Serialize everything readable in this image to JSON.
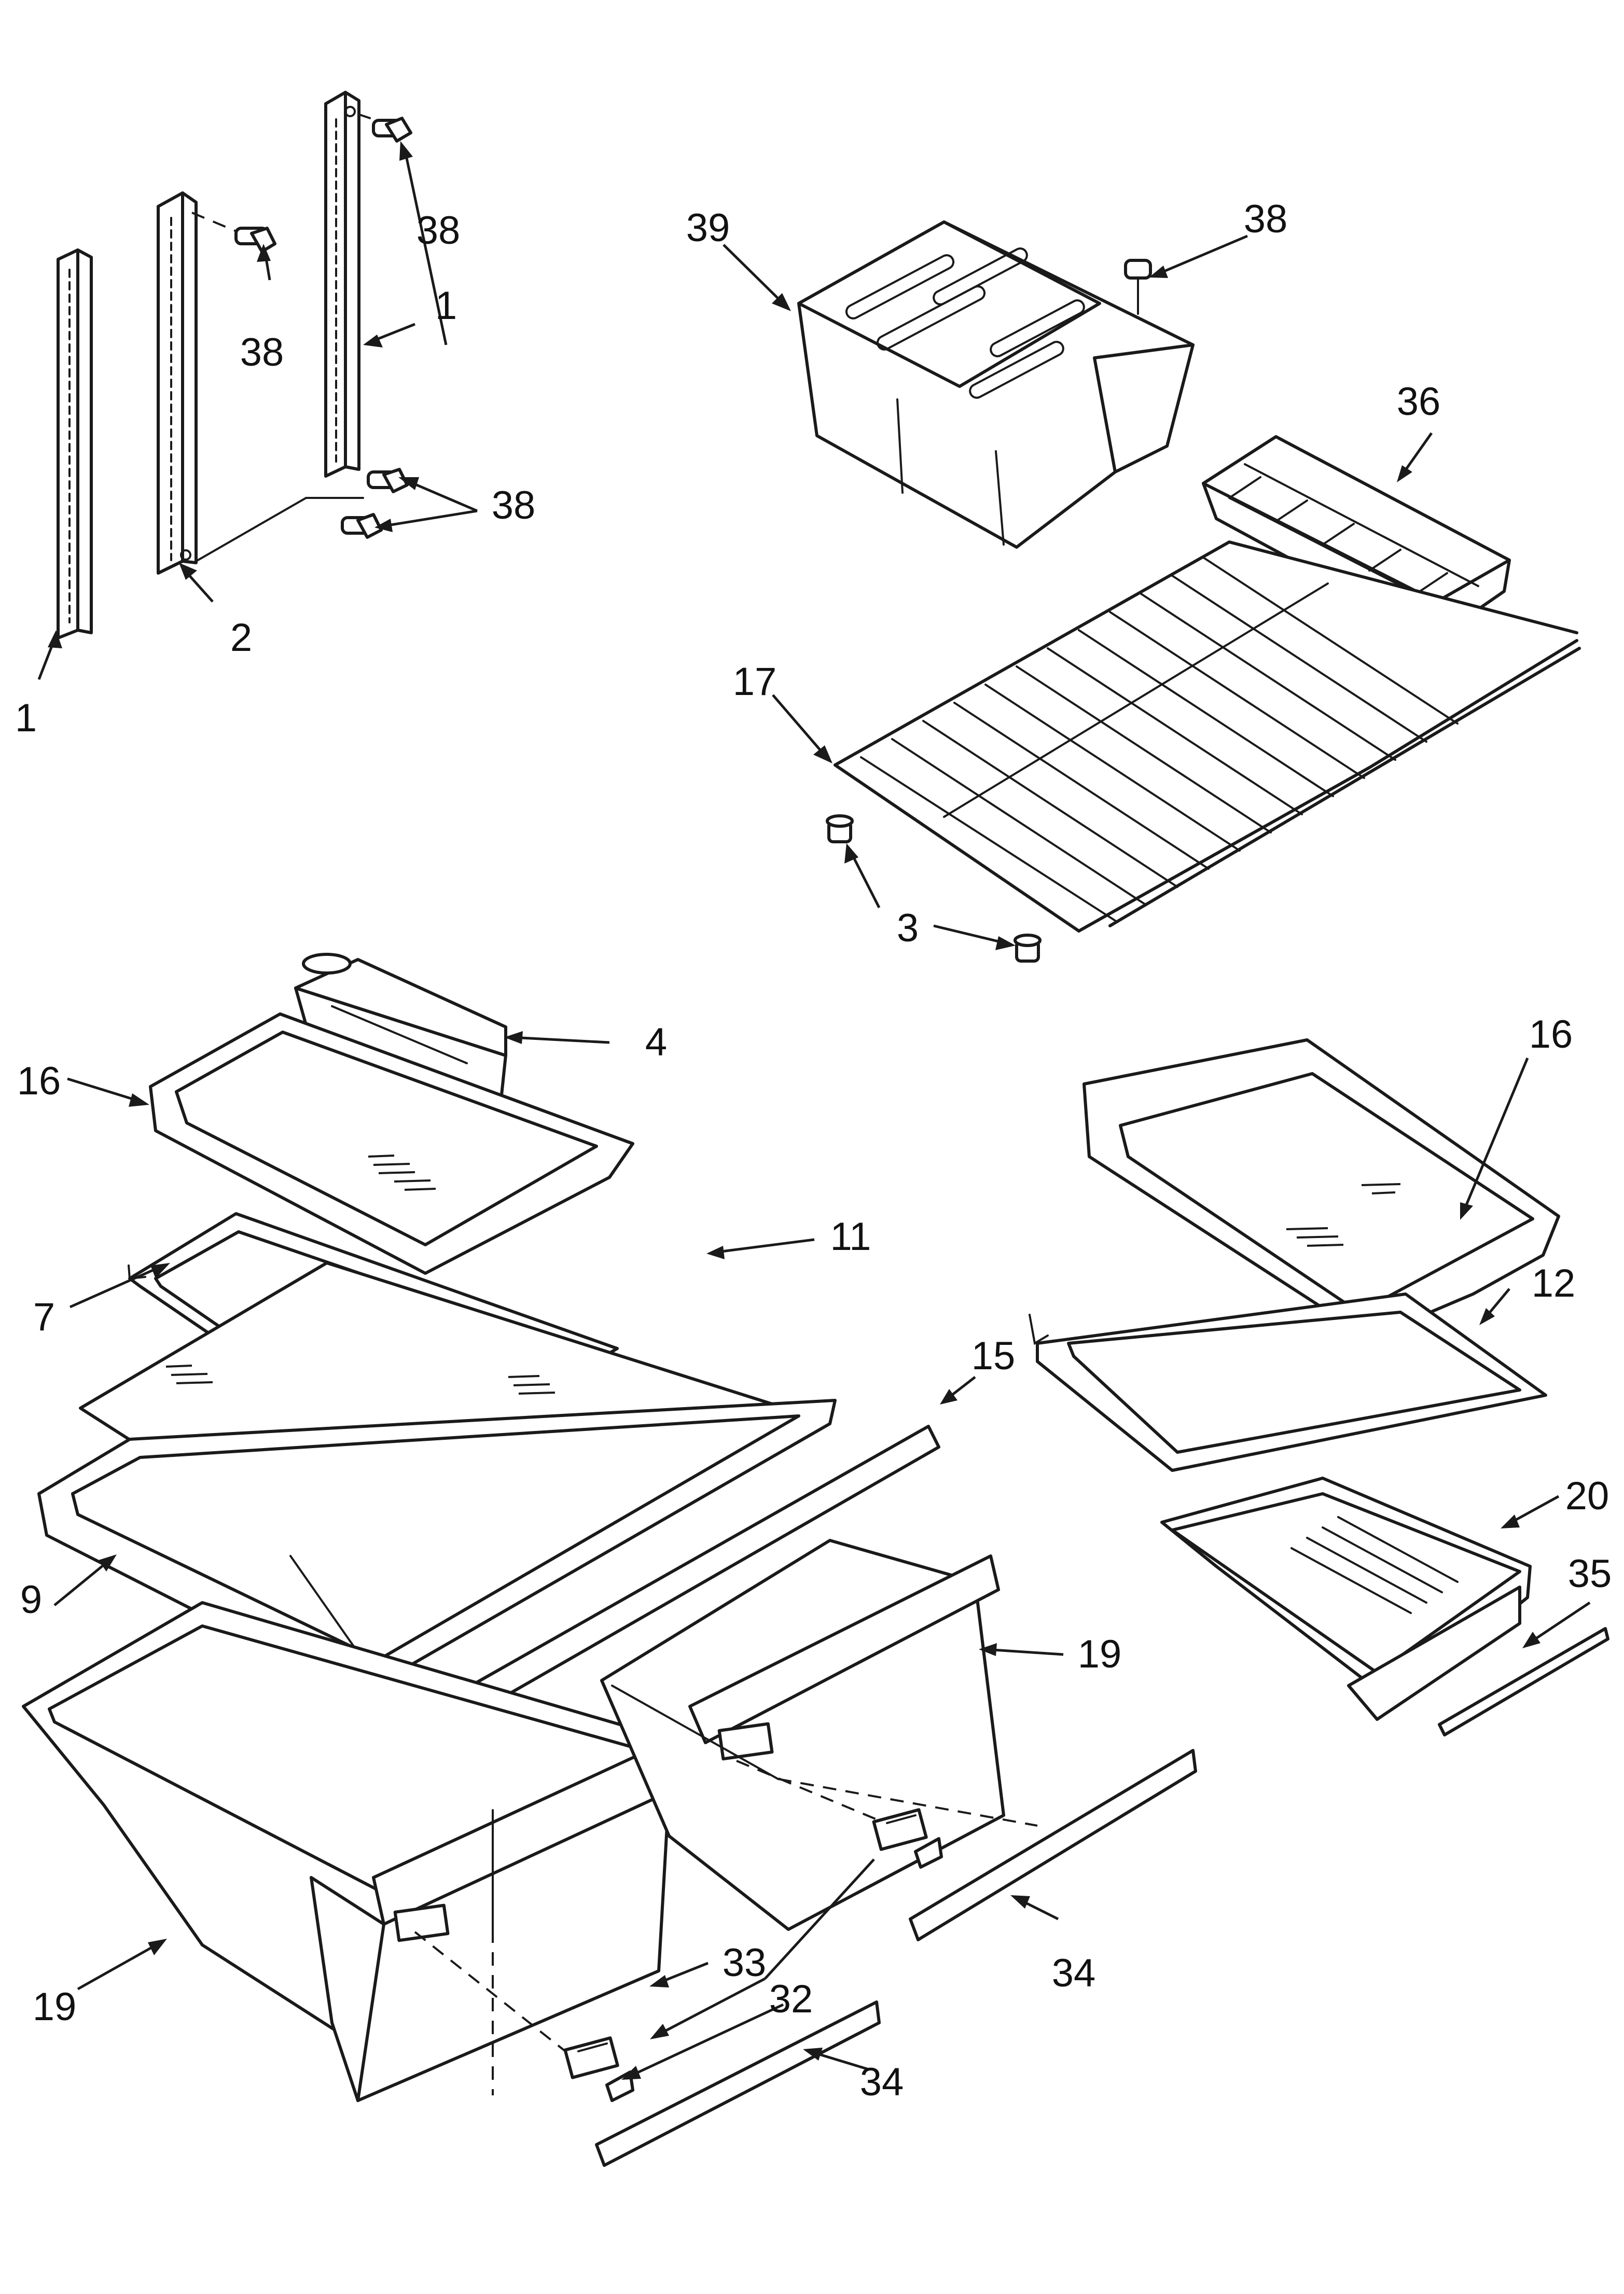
{
  "callouts": [
    {
      "id": "c1a",
      "text": "1"
    },
    {
      "id": "c1b",
      "text": "1"
    },
    {
      "id": "c2",
      "text": "2"
    },
    {
      "id": "c38a",
      "text": "38"
    },
    {
      "id": "c38b",
      "text": "38"
    },
    {
      "id": "c38c",
      "text": "38"
    },
    {
      "id": "c38d",
      "text": "38"
    },
    {
      "id": "c39",
      "text": "39"
    },
    {
      "id": "c36",
      "text": "36"
    },
    {
      "id": "c17",
      "text": "17"
    },
    {
      "id": "c3",
      "text": "3"
    },
    {
      "id": "c4",
      "text": "4"
    },
    {
      "id": "c16a",
      "text": "16"
    },
    {
      "id": "c16b",
      "text": "16"
    },
    {
      "id": "c11",
      "text": "11"
    },
    {
      "id": "c7",
      "text": "7"
    },
    {
      "id": "c15",
      "text": "15"
    },
    {
      "id": "c9",
      "text": "9"
    },
    {
      "id": "c12",
      "text": "12"
    },
    {
      "id": "c20",
      "text": "20"
    },
    {
      "id": "c35",
      "text": "35"
    },
    {
      "id": "c19a",
      "text": "19"
    },
    {
      "id": "c19b",
      "text": "19"
    },
    {
      "id": "c33",
      "text": "33"
    },
    {
      "id": "c32",
      "text": "32"
    },
    {
      "id": "c34a",
      "text": "34"
    },
    {
      "id": "c34b",
      "text": "34"
    }
  ]
}
